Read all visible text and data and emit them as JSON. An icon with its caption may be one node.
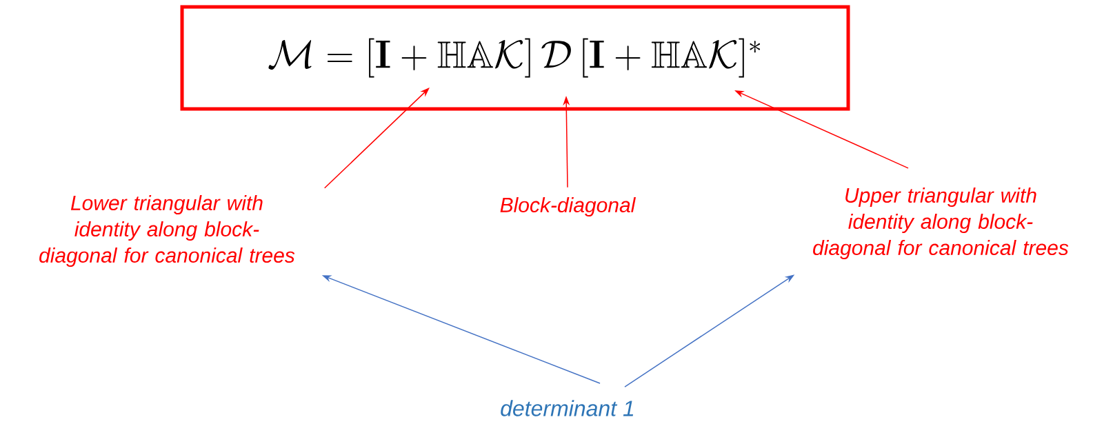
{
  "diagram": {
    "nodes": [
      {
        "text": [
          "\\mathcal{M} = [\\mathbf{I} + \\mathbb{H}\\mathbb{A}\\mathcal{K}]\\, \\mathcal{D}\\, [\\mathbf{I} + \\mathbb{H}\\mathbb{A}\\mathcal{K}]^*"
        ]
      },
      {
        "text": [
          "Lower triangular with identity along block-diagonal for canonical trees"
        ]
      },
      {
        "text": [
          "Block-diagonal"
        ]
      },
      {
        "text": [
          "Upper triangular with identity along block-diagonal for canonical trees"
        ]
      },
      {
        "text": [
          "determinant 1"
        ]
      }
    ],
    "edges": [
      {
        "from": 1,
        "to": 0,
        "arrow": "to"
      },
      {
        "from": 2,
        "to": 0,
        "arrow": "to"
      },
      {
        "from": 3,
        "to": 0,
        "arrow": "to"
      },
      {
        "from": 4,
        "to": 1,
        "arrow": "to",
        "color": "#4472c4"
      },
      {
        "from": 4,
        "to": 3,
        "arrow": "to",
        "color": "#4472c4"
      }
    ]
  }
}
